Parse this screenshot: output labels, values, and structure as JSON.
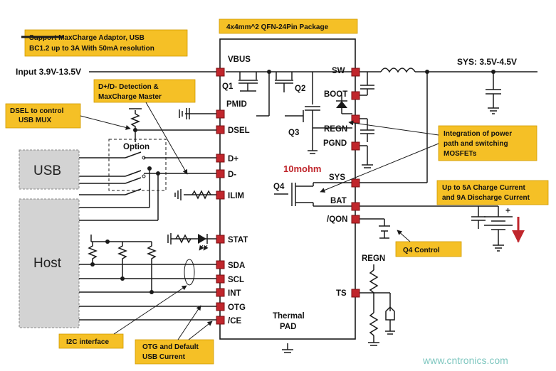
{
  "package": "4x4mm^2 QFN-24Pin Package",
  "callouts": {
    "maxcharge": [
      "Support MaxCharge Adaptor, USB",
      "BC1.2 up to 3A With 50mA resolution"
    ],
    "dsel": [
      "DSEL to control",
      "USB MUX"
    ],
    "dpdm": [
      "D+/D- Detection &",
      "MaxCharge Master"
    ],
    "integration": [
      "Integration of power",
      "path and switching",
      "MOSFETs"
    ],
    "current": [
      "Up to 5A Charge Current",
      "and 9A Discharge Current"
    ],
    "q4control": "Q4 Control",
    "i2c": "I2C interface",
    "otg": [
      "OTG and Default",
      "USB Current"
    ]
  },
  "labels": {
    "input": "Input 3.9V-13.5V",
    "sys": "SYS: 3.5V-4.5V",
    "vbus": "VBUS",
    "q1": "Q1",
    "q2": "Q2",
    "q3": "Q3",
    "q4": "Q4",
    "pmid": "PMID",
    "regn_inner": "REGN",
    "regn_ts": "REGN",
    "resistance": "10mohm",
    "option": "Option",
    "usb": "USB",
    "host": "Host",
    "thermal1": "Thermal",
    "thermal2": "PAD",
    "plus": "+"
  },
  "pins_left": [
    "DSEL",
    "D+",
    "D-",
    "ILIM",
    "STAT",
    "SDA",
    "SCL",
    "INT",
    "OTG",
    "/CE"
  ],
  "pins_right": [
    "SW",
    "BOOT",
    "PGND",
    "SYS",
    "BAT",
    "/QON",
    "TS"
  ],
  "watermark": "www.cntronics.com",
  "colors": {
    "pin": "#c0262c",
    "callout": "#f5c026",
    "box": "#d3d3d3",
    "arrow": "#c0262c"
  }
}
